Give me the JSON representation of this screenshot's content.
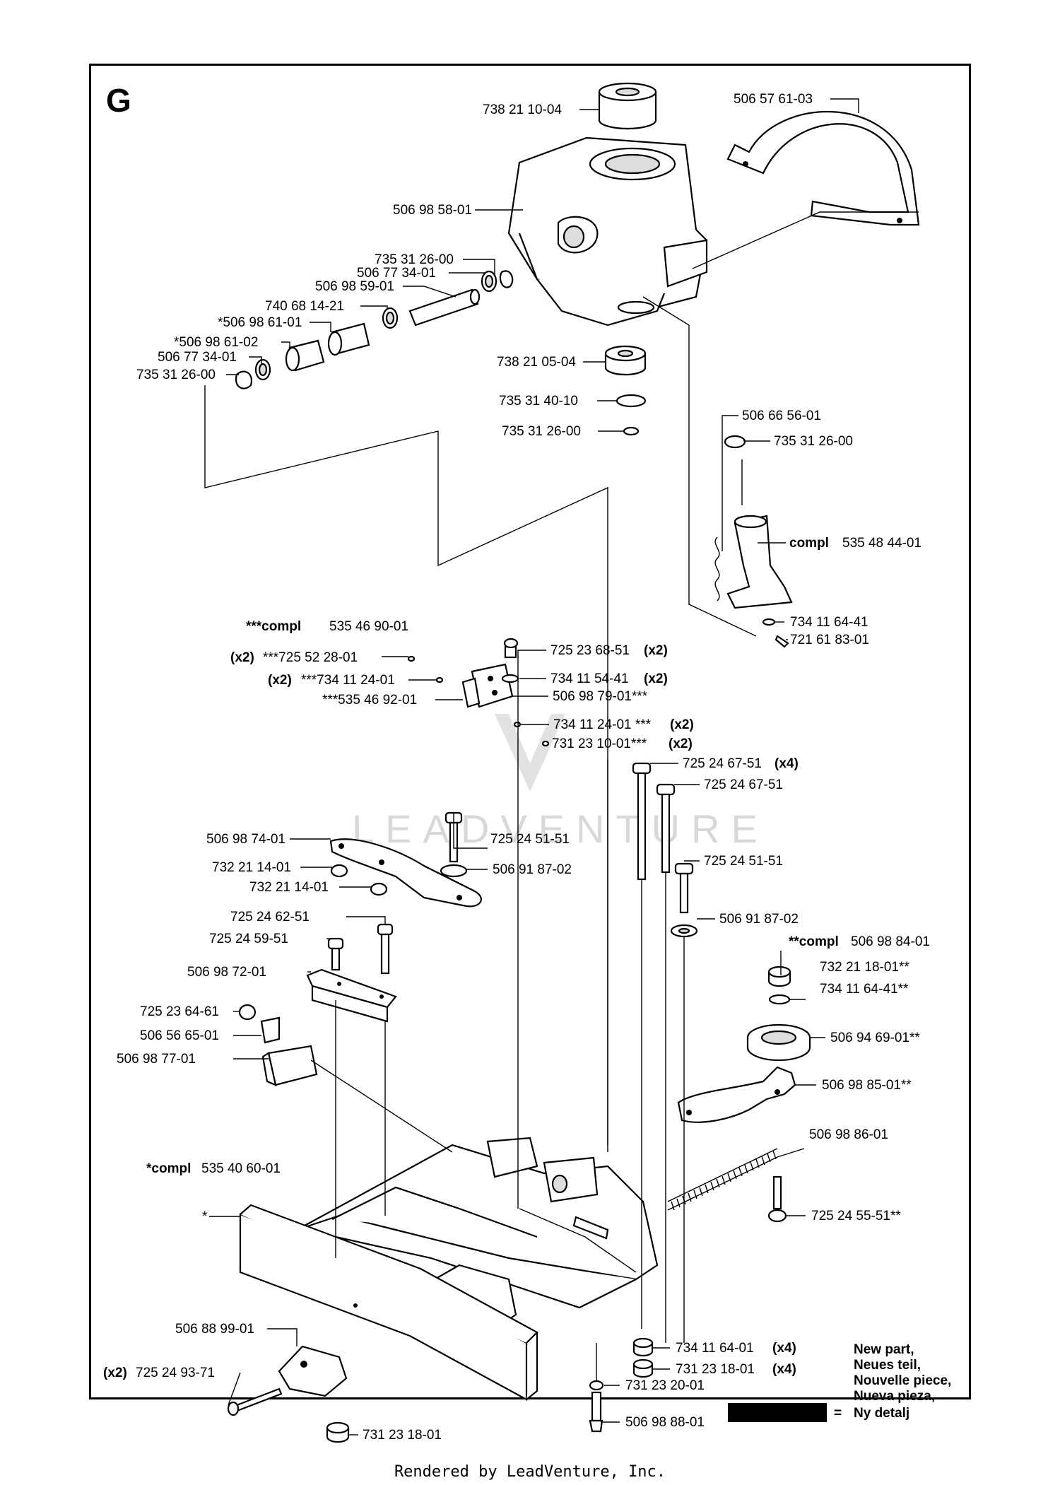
{
  "section": "G",
  "watermark": "LEADVENTURE",
  "footer": "Rendered by LeadVenture, Inc.",
  "legend": {
    "lines": [
      "New part,",
      "Neues teil,",
      "Nouvelle piece,",
      "Nueva pieza,",
      "Ny detalj"
    ],
    "equals": "="
  },
  "labels": [
    {
      "id": "l01",
      "text": "738 21 10-04"
    },
    {
      "id": "l02",
      "text": "506 57 61-03"
    },
    {
      "id": "l03",
      "text": "506 98 58-01"
    },
    {
      "id": "l04",
      "text": "735 31 26-00"
    },
    {
      "id": "l05",
      "text": "506 77 34-01"
    },
    {
      "id": "l06",
      "text": "506 98 59-01"
    },
    {
      "id": "l07",
      "text": "740 68 14-21"
    },
    {
      "id": "l08",
      "text": "*506 98 61-01"
    },
    {
      "id": "l09",
      "text": "*506 98 61-02"
    },
    {
      "id": "l10",
      "text": "506 77 34-01"
    },
    {
      "id": "l11",
      "text": "735 31 26-00"
    },
    {
      "id": "l12",
      "text": "738 21 05-04"
    },
    {
      "id": "l13",
      "text": "735 31 40-10"
    },
    {
      "id": "l14",
      "text": "735 31 26-00"
    },
    {
      "id": "l15",
      "text": "506 66 56-01"
    },
    {
      "id": "l16",
      "text": "735 31 26-00"
    },
    {
      "id": "l17b",
      "text": "compl"
    },
    {
      "id": "l17",
      "text": "535 48 44-01"
    },
    {
      "id": "l18",
      "text": "734 11 64-41"
    },
    {
      "id": "l19",
      "text": "721 61 83-01"
    },
    {
      "id": "l20b",
      "text": "***compl"
    },
    {
      "id": "l20",
      "text": "535 46 90-01"
    },
    {
      "id": "l21b",
      "text": "(x2)"
    },
    {
      "id": "l21",
      "text": "***725 52 28-01"
    },
    {
      "id": "l22b",
      "text": "(x2)"
    },
    {
      "id": "l22",
      "text": "***734 11 24-01"
    },
    {
      "id": "l23",
      "text": "***535 46 92-01"
    },
    {
      "id": "l24",
      "text": "725 23 68-51"
    },
    {
      "id": "l24b",
      "text": "(x2)"
    },
    {
      "id": "l25",
      "text": "734 11 54-41"
    },
    {
      "id": "l25b",
      "text": "(x2)"
    },
    {
      "id": "l26",
      "text": "506 98 79-01***"
    },
    {
      "id": "l27",
      "text": "734 11 24-01 ***"
    },
    {
      "id": "l27b",
      "text": "(x2)"
    },
    {
      "id": "l28",
      "text": "731 23 10-01***"
    },
    {
      "id": "l28b",
      "text": "(x2)"
    },
    {
      "id": "l29",
      "text": "725 24 67-51"
    },
    {
      "id": "l29b",
      "text": "(x4)"
    },
    {
      "id": "l30",
      "text": "725 24 67-51"
    },
    {
      "id": "l31",
      "text": "506 98 74-01"
    },
    {
      "id": "l32",
      "text": "725 24 51-51"
    },
    {
      "id": "l33",
      "text": "732 21 14-01"
    },
    {
      "id": "l34",
      "text": "506 91 87-02"
    },
    {
      "id": "l35",
      "text": "732 21 14-01"
    },
    {
      "id": "l36",
      "text": "725 24 51-51"
    },
    {
      "id": "l37",
      "text": "725 24 62-51"
    },
    {
      "id": "l38",
      "text": "506 91 87-02"
    },
    {
      "id": "l39",
      "text": "725 24 59-51"
    },
    {
      "id": "l40b",
      "text": "**compl"
    },
    {
      "id": "l40",
      "text": "506 98 84-01"
    },
    {
      "id": "l41",
      "text": "506 98 72-01"
    },
    {
      "id": "l42",
      "text": "732 21 18-01**"
    },
    {
      "id": "l43",
      "text": "734 11 64-41**"
    },
    {
      "id": "l44",
      "text": "725 23 64-61"
    },
    {
      "id": "l45",
      "text": "506 94 69-01**"
    },
    {
      "id": "l46",
      "text": "506 56 65-01"
    },
    {
      "id": "l47",
      "text": "506 98 77-01"
    },
    {
      "id": "l48",
      "text": "506 98 85-01**"
    },
    {
      "id": "l49",
      "text": "506 98 86-01"
    },
    {
      "id": "l50b",
      "text": "*compl"
    },
    {
      "id": "l50",
      "text": "535 40 60-01"
    },
    {
      "id": "l51",
      "text": "725 24 55-51**"
    },
    {
      "id": "l52",
      "text": "*"
    },
    {
      "id": "l53",
      "text": "506 88 99-01"
    },
    {
      "id": "l54b",
      "text": "(x2)"
    },
    {
      "id": "l54",
      "text": "725 24 93-71"
    },
    {
      "id": "l55",
      "text": "734 11 64-01"
    },
    {
      "id": "l55b",
      "text": "(x4)"
    },
    {
      "id": "l56",
      "text": "731 23 18-01"
    },
    {
      "id": "l56b",
      "text": "(x4)"
    },
    {
      "id": "l57",
      "text": "731 23 20-01"
    },
    {
      "id": "l58",
      "text": "731 23 18-01"
    },
    {
      "id": "l59",
      "text": "506 98 88-01"
    }
  ]
}
